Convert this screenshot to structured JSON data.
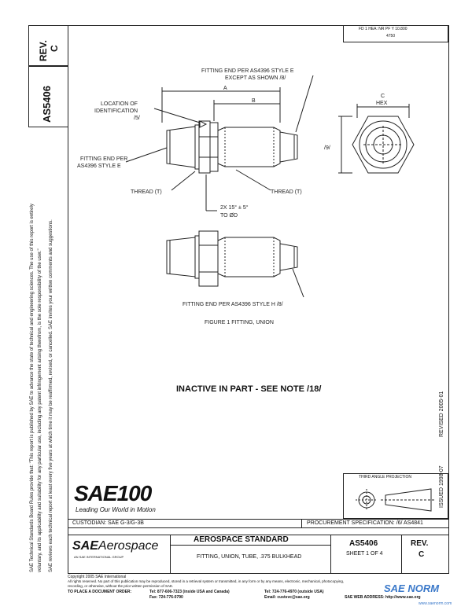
{
  "rev_header": {
    "label": "REV.",
    "value": "C"
  },
  "doc_number_vertical": "AS5406",
  "top_right_note": [
    "FD 1 HEA: NR PF Y 10.800",
    "4750"
  ],
  "revised_vertical": "REVISED 2005-01",
  "issued_vertical": "ISSUED 1998-07",
  "left_margin_notes": [
    "SAE Technical Standards Board Rules provide that: \"This report is published by SAE to advance the state of technical and engineering sciences. The use of this report is entirely",
    "voluntary, and its applicability and suitability for any particular use, including any patent infringement arising therefrom, is the sole responsibility of the user.\"",
    "SAE reviews each technical report at least every five years at which time it may be reaffirmed, revised, or cancelled. SAE invites your written comments and suggestions."
  ],
  "drawing": {
    "fitting_end_top": [
      "FITTING END PER AS4396 STYLE E",
      "EXCEPT AS SHOWN /8/"
    ],
    "dim_a": "A",
    "dim_b": "B",
    "dim_c": [
      "C",
      "HEX"
    ],
    "location_id": [
      "LOCATION OF",
      "IDENTIFICATION",
      "/5/"
    ],
    "fitting_end_left": [
      "FITTING END PER",
      "AS4396 STYLE E"
    ],
    "thread_left": "THREAD (T)",
    "thread_right": "THREAD (T)",
    "chamfer": [
      "2X 15° ± 5°",
      "TO ØD"
    ],
    "dim_9": "/9/",
    "fitting_end_bottom": "FITTING END PER AS4396 STYLE H /8/",
    "figure_caption": "FIGURE 1 FITTING, UNION"
  },
  "inactive_note": "INACTIVE IN PART - SEE NOTE /18/",
  "projection_label": "THIRD ANGLE PROJECTION",
  "logo": {
    "mark": "SAE",
    "number": "100",
    "tagline": "Leading Our World in Motion"
  },
  "custodian": "CUSTODIAN: SAE G-3/G-3B",
  "procurement": "PROCUREMENT SPECIFICATION: /6/ AS4841",
  "title_block": {
    "brand_main": "SAE",
    "brand_sub": "Aerospace",
    "brand_tag": "AN SAE INTERNATIONAL GROUP",
    "standard": "AEROSPACE STANDARD",
    "description": "FITTING, UNION, TUBE, .375 BULKHEAD",
    "number": "AS5406",
    "sheet": "SHEET 1 OF 4",
    "rev_label": "REV.",
    "rev_value": "C"
  },
  "footer": {
    "copyright": "Copyright 2005 SAE International",
    "rights": "All rights reserved. No part of this publication may be reproduced, stored in a retrieval system or transmitted, in any form or by any means, electronic, mechanical, photocopying,",
    "rights2": "recording, or otherwise, without the prior written permission of SAE.",
    "order_label": "TO PLACE A DOCUMENT ORDER:",
    "tel1": "Tel: 877-606-7323 (inside USA and Canada)",
    "fax": "Fax: 724-776-0790",
    "tel2": "Tel: 724-776-4970 (outside USA)",
    "email": "Email: custsvc@sae.org",
    "web": "SAE WEB ADDRESS: http://www.sae.org"
  },
  "watermark": {
    "main": "SAE NORM",
    "sub": "www.saenorm.com"
  }
}
